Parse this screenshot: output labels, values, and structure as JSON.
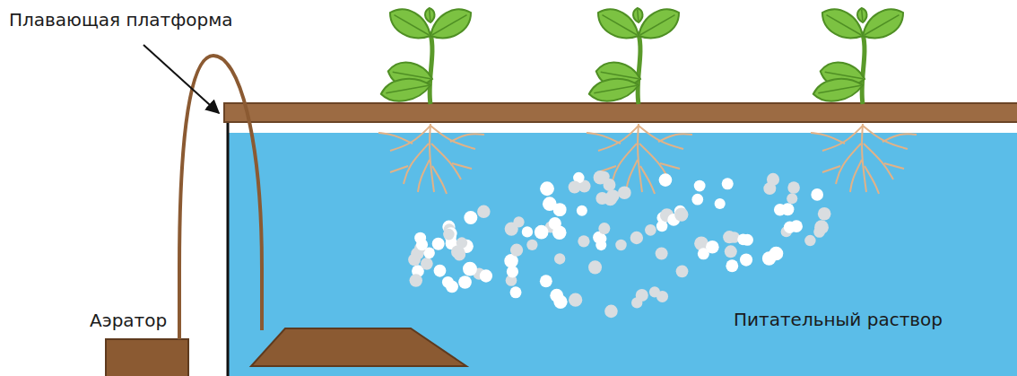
{
  "diagram": {
    "labels": [
      "Плавающая платформа",
      "Аэратор",
      "Питательный раствор"
    ]
  }
}
